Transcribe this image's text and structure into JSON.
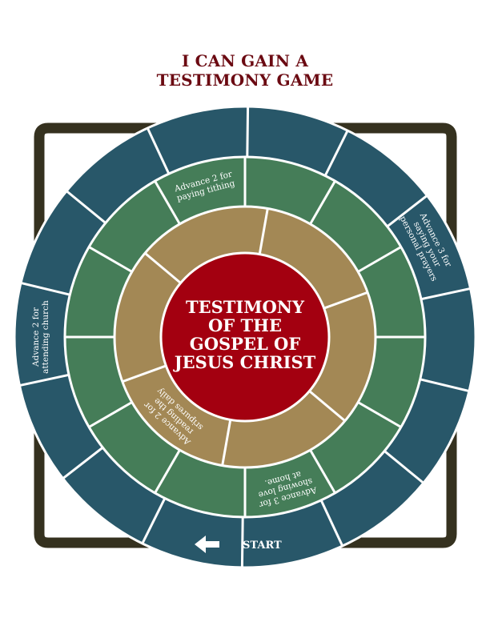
{
  "title": {
    "line1": "I CAN GAIN A",
    "line2": "TESTIMONY GAME"
  },
  "colors": {
    "title": "#6b0a12",
    "frame": "#35311f",
    "outer_ring": "#285769",
    "middle_ring": "#457d58",
    "inner_ring": "#a38855",
    "center": "#a30010",
    "divider": "#ffffff"
  },
  "board": {
    "center_label": [
      "TESTIMONY",
      "OF THE",
      "GOSPEL OF",
      "JESUS CHRIST"
    ],
    "outer_ring": {
      "segment_count": 14,
      "spaces": [
        {
          "lines": [
            "Advance 3 for",
            "saying your",
            "personal prayers"
          ],
          "angle": 63
        },
        {
          "lines": [
            "Advance 2 for",
            "attending church"
          ],
          "angle": 270
        }
      ]
    },
    "middle_ring": {
      "segment_count": 12,
      "spaces": [
        {
          "lines": [
            "Advance 2 for",
            "paying tithing"
          ],
          "angle": -15
        },
        {
          "lines": [
            "Advance 3 for",
            "showing love",
            "at home."
          ],
          "angle": 165
        }
      ]
    },
    "inner_ring": {
      "segment_count": 6,
      "spaces": [
        {
          "lines": [
            "Advance 2 for",
            "reading the",
            "sripures daily"
          ],
          "angle": 222
        }
      ]
    },
    "start": {
      "label": "START",
      "icon": "arrow-left-icon"
    }
  }
}
